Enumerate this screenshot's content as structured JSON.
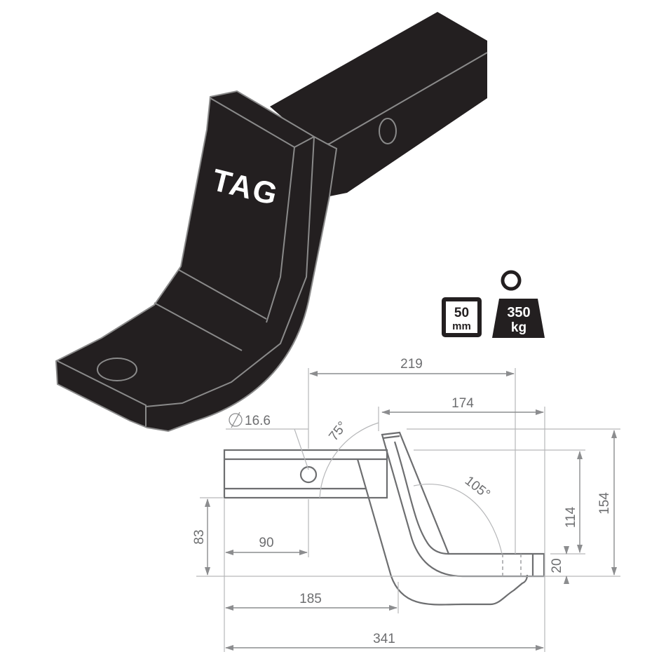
{
  "product": {
    "brand_logo": "TAG",
    "body_color": "#231f20",
    "outline_color": "#8a8a8a"
  },
  "badges": {
    "ball_size": {
      "value": "50",
      "unit": "mm",
      "icon": "square-frame-icon"
    },
    "load_rating": {
      "value": "350",
      "unit": "kg",
      "icon": "weight-icon"
    }
  },
  "dimensions": {
    "d219": "219",
    "d174": "174",
    "hole_diameter": "16.6",
    "angle_75": "75°",
    "angle_105": "105°",
    "d114": "114",
    "d154": "154",
    "d83": "83",
    "d90": "90",
    "d20": "20",
    "d185": "185",
    "d341": "341"
  },
  "colors": {
    "dimension_line": "#9d9fa2",
    "dimension_text": "#6d6e70",
    "drawing_line": "#6d6e70"
  }
}
